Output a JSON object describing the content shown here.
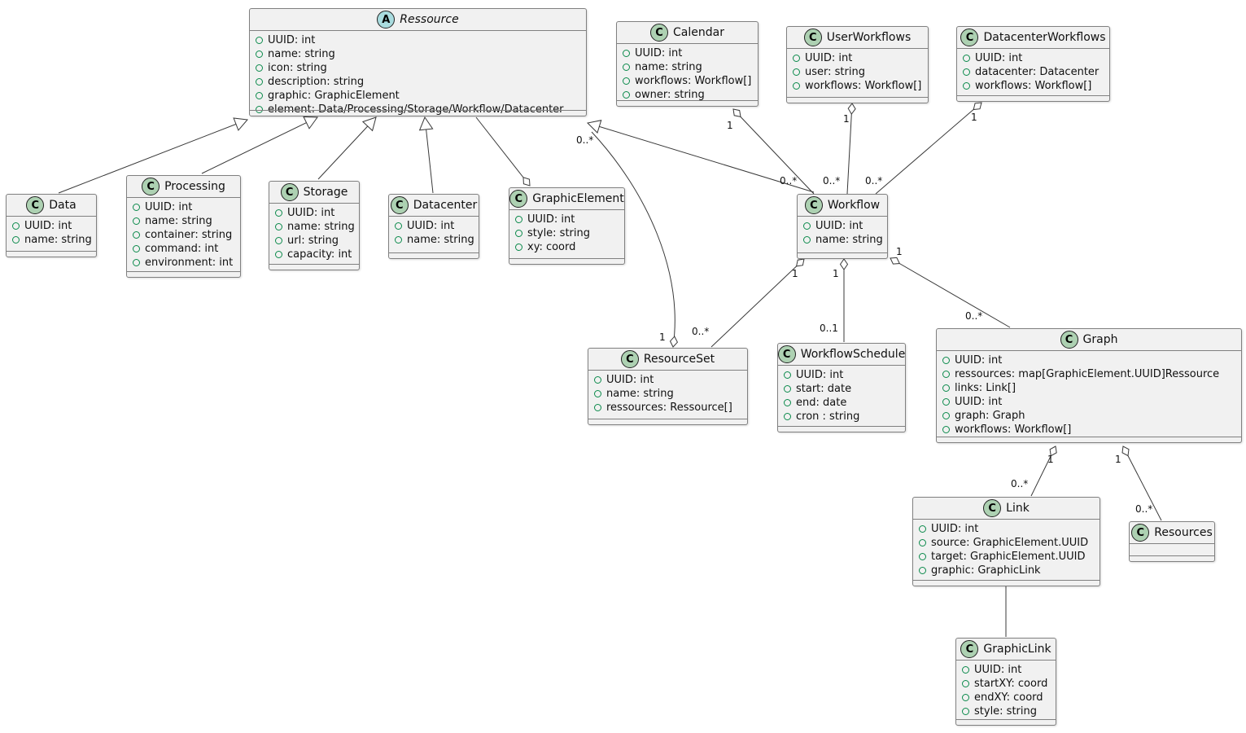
{
  "diagram": {
    "colors": {
      "box_background": "#F1F1F1",
      "box_border": "#808080",
      "class_icon_background": "#ADD1B2",
      "abstract_icon_background": "#A9DCDF",
      "field_icon_green": "#0B8A4B",
      "line_color": "#383838"
    },
    "classes": [
      {
        "id": "ressource",
        "stereotype": "abstract",
        "icon_letter": "A",
        "name": "Ressource",
        "attributes": [
          "UUID: int",
          "name: string",
          "icon: string",
          "description: string",
          "graphic: GraphicElement",
          "element: Data/Processing/Storage/Workflow/Datacenter"
        ]
      },
      {
        "id": "calendar",
        "stereotype": "class",
        "icon_letter": "C",
        "name": "Calendar",
        "attributes": [
          "UUID: int",
          "name: string",
          "workflows: Workflow[]",
          "owner: string"
        ]
      },
      {
        "id": "userworkflows",
        "stereotype": "class",
        "icon_letter": "C",
        "name": "UserWorkflows",
        "attributes": [
          "UUID: int",
          "user: string",
          "workflows: Workflow[]"
        ]
      },
      {
        "id": "datacenterworkflows",
        "stereotype": "class",
        "icon_letter": "C",
        "name": "DatacenterWorkflows",
        "attributes": [
          "UUID: int",
          "datacenter: Datacenter",
          "workflows: Workflow[]"
        ]
      },
      {
        "id": "data",
        "stereotype": "class",
        "icon_letter": "C",
        "name": "Data",
        "attributes": [
          "UUID: int",
          "name: string"
        ]
      },
      {
        "id": "processing",
        "stereotype": "class",
        "icon_letter": "C",
        "name": "Processing",
        "attributes": [
          "UUID: int",
          "name: string",
          "container: string",
          "command: int",
          "environment: int"
        ]
      },
      {
        "id": "storage",
        "stereotype": "class",
        "icon_letter": "C",
        "name": "Storage",
        "attributes": [
          "UUID: int",
          "name: string",
          "url: string",
          "capacity: int"
        ]
      },
      {
        "id": "datacenter",
        "stereotype": "class",
        "icon_letter": "C",
        "name": "Datacenter",
        "attributes": [
          "UUID: int",
          "name: string"
        ]
      },
      {
        "id": "graphicelement",
        "stereotype": "class",
        "icon_letter": "C",
        "name": "GraphicElement",
        "attributes": [
          "UUID: int",
          "style: string",
          "xy: coord"
        ]
      },
      {
        "id": "workflow",
        "stereotype": "class",
        "icon_letter": "C",
        "name": "Workflow",
        "attributes": [
          "UUID: int",
          "name: string"
        ]
      },
      {
        "id": "resourceset",
        "stereotype": "class",
        "icon_letter": "C",
        "name": "ResourceSet",
        "attributes": [
          "UUID: int",
          "name: string",
          "ressources: Ressource[]"
        ]
      },
      {
        "id": "workflowschedule",
        "stereotype": "class",
        "icon_letter": "C",
        "name": "WorkflowSchedule",
        "attributes": [
          "UUID: int",
          "start: date",
          "end: date",
          "cron : string"
        ]
      },
      {
        "id": "graph",
        "stereotype": "class",
        "icon_letter": "C",
        "name": "Graph",
        "attributes": [
          "UUID: int",
          "ressources: map[GraphicElement.UUID]Ressource",
          "links: Link[]",
          "UUID: int",
          "graph: Graph",
          "workflows: Workflow[]"
        ]
      },
      {
        "id": "link",
        "stereotype": "class",
        "icon_letter": "C",
        "name": "Link",
        "attributes": [
          "UUID: int",
          "source: GraphicElement.UUID",
          "target: GraphicElement.UUID",
          "graphic: GraphicLink"
        ]
      },
      {
        "id": "resources",
        "stereotype": "class",
        "icon_letter": "C",
        "name": "Resources",
        "attributes": []
      },
      {
        "id": "graphiclink",
        "stereotype": "class",
        "icon_letter": "C",
        "name": "GraphicLink",
        "attributes": [
          "UUID: int",
          "startXY: coord",
          "endXY: coord",
          "style: string"
        ]
      }
    ],
    "relationships": [
      {
        "from": "Data",
        "to": "Ressource",
        "type": "extends",
        "from_label": "",
        "to_label": ""
      },
      {
        "from": "Processing",
        "to": "Ressource",
        "type": "extends",
        "from_label": "",
        "to_label": ""
      },
      {
        "from": "Storage",
        "to": "Ressource",
        "type": "extends",
        "from_label": "",
        "to_label": ""
      },
      {
        "from": "Datacenter",
        "to": "Ressource",
        "type": "extends",
        "from_label": "",
        "to_label": ""
      },
      {
        "from": "Workflow",
        "to": "Ressource",
        "type": "extends",
        "from_label": "",
        "to_label": ""
      },
      {
        "from": "Ressource",
        "to": "GraphicElement",
        "type": "aggregation",
        "from_label": "",
        "to_label": ""
      },
      {
        "from": "Ressource",
        "to": "ResourceSet",
        "type": "aggregation",
        "from_label": "0..*",
        "to_label": "1"
      },
      {
        "from": "Workflow",
        "to": "Calendar",
        "type": "aggregation",
        "from_label": "0..*",
        "to_label": "1"
      },
      {
        "from": "Workflow",
        "to": "UserWorkflows",
        "type": "aggregation",
        "from_label": "0..*",
        "to_label": "1"
      },
      {
        "from": "Workflow",
        "to": "DatacenterWorkflows",
        "type": "aggregation",
        "from_label": "0..*",
        "to_label": "1"
      },
      {
        "from": "ResourceSet",
        "to": "Workflow",
        "type": "aggregation",
        "from_label": "0..*",
        "to_label": "1"
      },
      {
        "from": "WorkflowSchedule",
        "to": "Workflow",
        "type": "aggregation",
        "from_label": "0..1",
        "to_label": "1"
      },
      {
        "from": "Graph",
        "to": "Workflow",
        "type": "aggregation",
        "from_label": "0..*",
        "to_label": "1"
      },
      {
        "from": "Link",
        "to": "Graph",
        "type": "aggregation",
        "from_label": "0..*",
        "to_label": "1"
      },
      {
        "from": "Resources",
        "to": "Graph",
        "type": "aggregation",
        "from_label": "0..*",
        "to_label": "1"
      },
      {
        "from": "Link",
        "to": "GraphicLink",
        "type": "association",
        "from_label": "",
        "to_label": ""
      }
    ]
  }
}
